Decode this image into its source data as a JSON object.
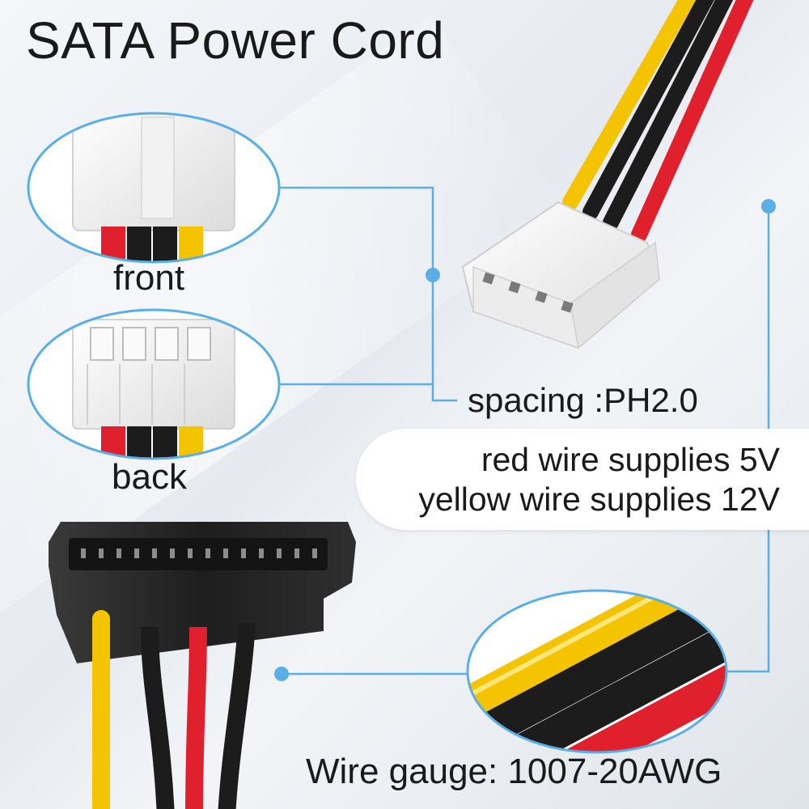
{
  "title": "SATA Power Cord",
  "views": {
    "front_label": "front",
    "back_label": "back"
  },
  "specs": {
    "spacing": "spacing :PH2.0",
    "red_wire": "red wire supplies 5V",
    "yellow_wire": "yellow wire supplies 12V",
    "wire_gauge": "Wire gauge: 1007-20AWG"
  },
  "colors": {
    "callout_blue": "#5aafe6",
    "wire_yellow": "#f5c400",
    "wire_red": "#e0202c",
    "wire_black": "#1c1c1c",
    "connector_white": "#f4f4f4",
    "sata_black": "#262626"
  }
}
